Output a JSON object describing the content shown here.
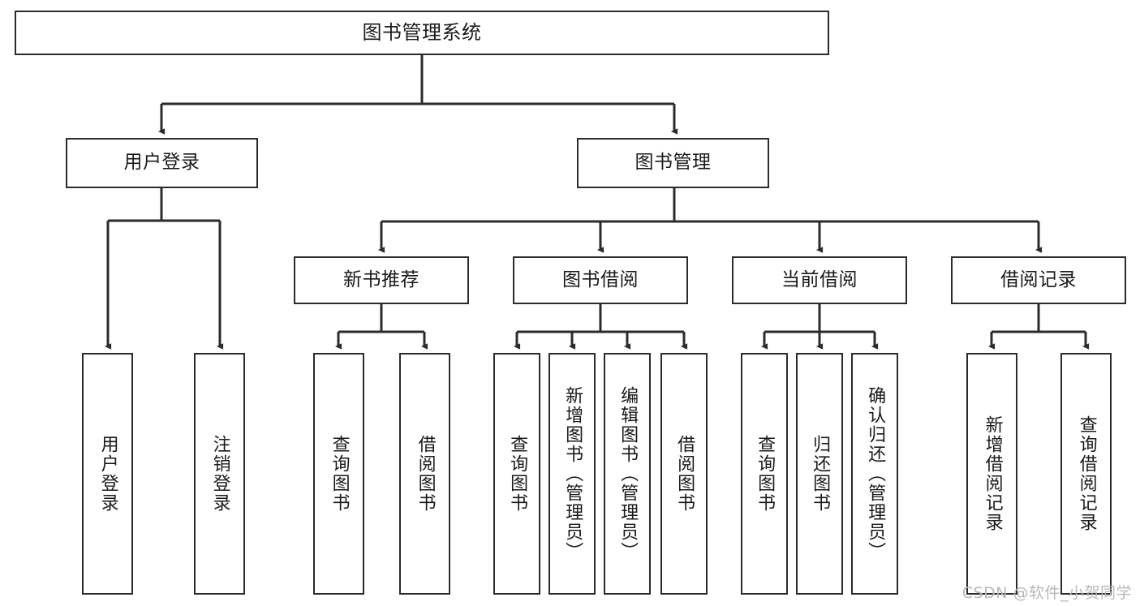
{
  "diagram": {
    "type": "tree-hierarchy",
    "title": "图书管理系统",
    "root": {
      "id": "root",
      "label": "图书管理系统",
      "orientation": "horizontal"
    },
    "level2": [
      {
        "id": "user-login",
        "label": "用户登录",
        "orientation": "horizontal"
      },
      {
        "id": "book-management",
        "label": "图书管理",
        "orientation": "horizontal"
      }
    ],
    "level3": [
      {
        "id": "new-book-recommend",
        "label": "新书推荐",
        "orientation": "horizontal",
        "parent": "book-management"
      },
      {
        "id": "book-borrow",
        "label": "图书借阅",
        "orientation": "horizontal",
        "parent": "book-management"
      },
      {
        "id": "current-borrow",
        "label": "当前借阅",
        "orientation": "horizontal",
        "parent": "book-management"
      },
      {
        "id": "borrow-record",
        "label": "借阅记录",
        "orientation": "horizontal",
        "parent": "book-management"
      }
    ],
    "leaves": [
      {
        "id": "leaf-user-login",
        "label": "用户登录",
        "parent": "user-login"
      },
      {
        "id": "leaf-logout-login",
        "label": "注销登录",
        "parent": "user-login"
      },
      {
        "id": "leaf-query-book-1",
        "label": "查询图书",
        "parent": "new-book-recommend"
      },
      {
        "id": "leaf-borrow-book-1",
        "label": "借阅图书",
        "parent": "new-book-recommend"
      },
      {
        "id": "leaf-query-book-2",
        "label": "查询图书",
        "parent": "book-borrow"
      },
      {
        "id": "leaf-add-book",
        "label": "新增图书（管理员）",
        "parent": "book-borrow"
      },
      {
        "id": "leaf-edit-book",
        "label": "编辑图书（管理员）",
        "parent": "book-borrow"
      },
      {
        "id": "leaf-borrow-book-2",
        "label": "借阅图书",
        "parent": "book-borrow"
      },
      {
        "id": "leaf-query-book-3",
        "label": "查询图书",
        "parent": "current-borrow"
      },
      {
        "id": "leaf-return-book",
        "label": "归还图书",
        "parent": "current-borrow"
      },
      {
        "id": "leaf-confirm-return",
        "label": "确认归还（管理员）",
        "parent": "current-borrow"
      },
      {
        "id": "leaf-add-record",
        "label": "新增借阅记录",
        "parent": "borrow-record"
      },
      {
        "id": "leaf-query-record",
        "label": "查询借阅记录",
        "parent": "borrow-record"
      }
    ]
  },
  "watermark": {
    "text": "CSDN @软件_小贺同学"
  },
  "colors": {
    "border": "#2b2b2b",
    "background": "#ffffff",
    "text": "#1a1a1a",
    "watermark": "#b8b8b8"
  }
}
